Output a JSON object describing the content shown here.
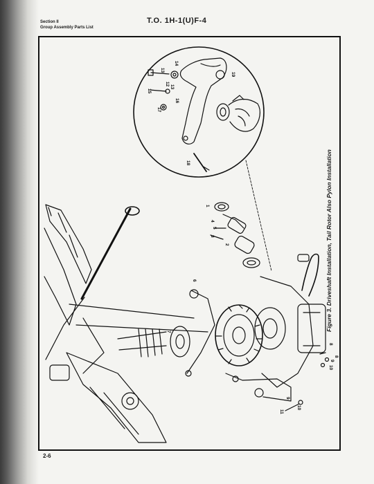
{
  "header": {
    "section_line1": "Section II",
    "section_line2": "Group Assembly Parts List",
    "to_number": "T.O. 1H-1(U)F-4"
  },
  "figure": {
    "caption": "Figure 3. Driveshaft Installation, Tail Rotor Also Pylon Installation",
    "callouts": {
      "c1": "1",
      "c2": "2",
      "c3": "3",
      "c4": "4",
      "c5": "5",
      "c6": "6",
      "c7": "7",
      "c8": "8",
      "c9": "9",
      "c10": "10",
      "c11": "11",
      "c12": "12",
      "c13": "13",
      "c14": "14",
      "c15": "15",
      "c16": "16",
      "c17": "17",
      "c18": "18",
      "c19": "19"
    }
  },
  "footer": {
    "page_number": "2-6"
  }
}
